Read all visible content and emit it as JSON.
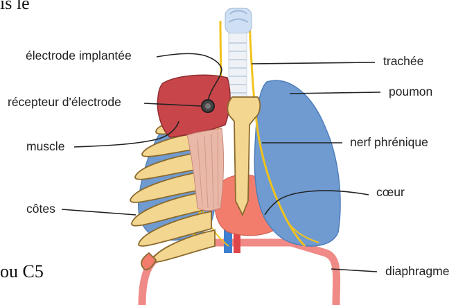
{
  "fragments": {
    "top_left": "is le",
    "bottom_left": "ou C5"
  },
  "labels": {
    "electrode": "électrode implantée",
    "recepteur": "récepteur d'électrode",
    "muscle": "muscle",
    "cotes": "côtes",
    "trachee": "trachée",
    "poumon": "poumon",
    "nerf": "nerf phrénique",
    "coeur": "cœur",
    "diaphragme": "diaphragme"
  },
  "colors": {
    "lung": "#6f9bd1",
    "lung_dark": "#4f7fba",
    "muscle": "#c8454a",
    "bone": "#f3d68f",
    "bone_outline": "#8a6a2e",
    "nerve": "#f2c21b",
    "heart": "#f07a6a",
    "diaphragm": "#f08080",
    "trachea": "#cfe0f4",
    "leader": "#222222"
  }
}
